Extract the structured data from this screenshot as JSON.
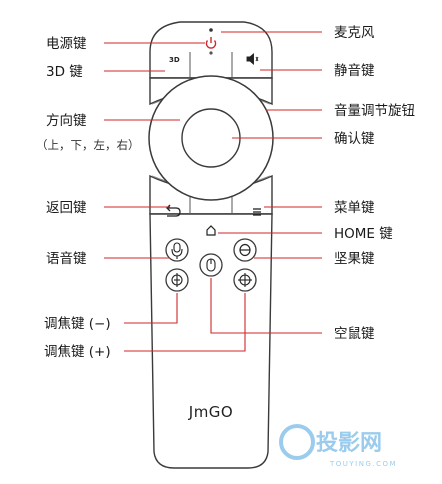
{
  "brand": "JmGO",
  "watermark": {
    "text": "投影网",
    "sub": "TOUYING.COM"
  },
  "colors": {
    "callout_line": "#d0262a",
    "remote_outline": "#3a3a3a",
    "remote_fill": "#ffffff"
  },
  "left_labels": {
    "power": "电源键",
    "three_d": "3D 键",
    "direction": "方向键",
    "direction_sub": "（上，下，左，右）",
    "back": "返回键",
    "voice": "语音键",
    "focus_minus": "调焦键 (−)",
    "focus_plus": "调焦键 (+)"
  },
  "right_labels": {
    "mic": "麦克风",
    "mute": "静音键",
    "volume_knob": "音量调节旋钮",
    "ok": "确认键",
    "menu": "菜单键",
    "home": "HOME 键",
    "nut": "坚果键",
    "air_mouse": "空鼠键"
  },
  "icons": {
    "three_d_glyph": "3D",
    "power_glyph": "⏻",
    "volume_glyph": "🔈",
    "mute_glyph": "🔇",
    "back_glyph": "↩",
    "menu_glyph": "≡",
    "home_glyph": "⌂"
  }
}
